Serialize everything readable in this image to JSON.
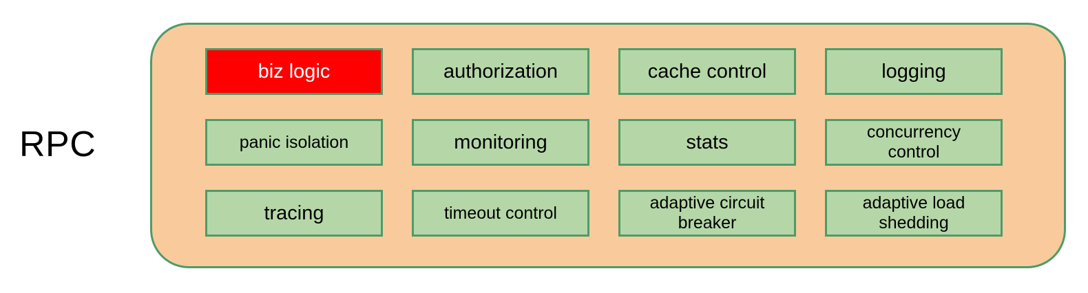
{
  "diagram": {
    "label": "RPC",
    "colors": {
      "container_fill": "#F9CB9C",
      "border_green": "#4E9B68",
      "box_fill": "#B5D7A8",
      "highlight_fill": "#FF0000",
      "highlight_text": "#FFFFFF",
      "text": "#000000"
    },
    "boxes": [
      {
        "id": "biz-logic",
        "lines": [
          "biz logic"
        ],
        "variant": "highlight",
        "size": "large"
      },
      {
        "id": "authorization",
        "lines": [
          "authorization"
        ],
        "variant": "normal",
        "size": "large"
      },
      {
        "id": "cache-control",
        "lines": [
          "cache control"
        ],
        "variant": "normal",
        "size": "large"
      },
      {
        "id": "logging",
        "lines": [
          "logging"
        ],
        "variant": "normal",
        "size": "large"
      },
      {
        "id": "panic-isolation",
        "lines": [
          "panic isolation"
        ],
        "variant": "normal",
        "size": "small"
      },
      {
        "id": "monitoring",
        "lines": [
          "monitoring"
        ],
        "variant": "normal",
        "size": "large"
      },
      {
        "id": "stats",
        "lines": [
          "stats"
        ],
        "variant": "normal",
        "size": "large"
      },
      {
        "id": "concurrency-control",
        "lines": [
          "concurrency",
          "control"
        ],
        "variant": "normal",
        "size": "small"
      },
      {
        "id": "tracing",
        "lines": [
          "tracing"
        ],
        "variant": "normal",
        "size": "large"
      },
      {
        "id": "timeout-control",
        "lines": [
          "timeout control"
        ],
        "variant": "normal",
        "size": "small"
      },
      {
        "id": "adaptive-circuit-breaker",
        "lines": [
          "adaptive circuit",
          "breaker"
        ],
        "variant": "normal",
        "size": "small"
      },
      {
        "id": "adaptive-load-shedding",
        "lines": [
          "adaptive load",
          "shedding"
        ],
        "variant": "normal",
        "size": "small"
      }
    ]
  }
}
